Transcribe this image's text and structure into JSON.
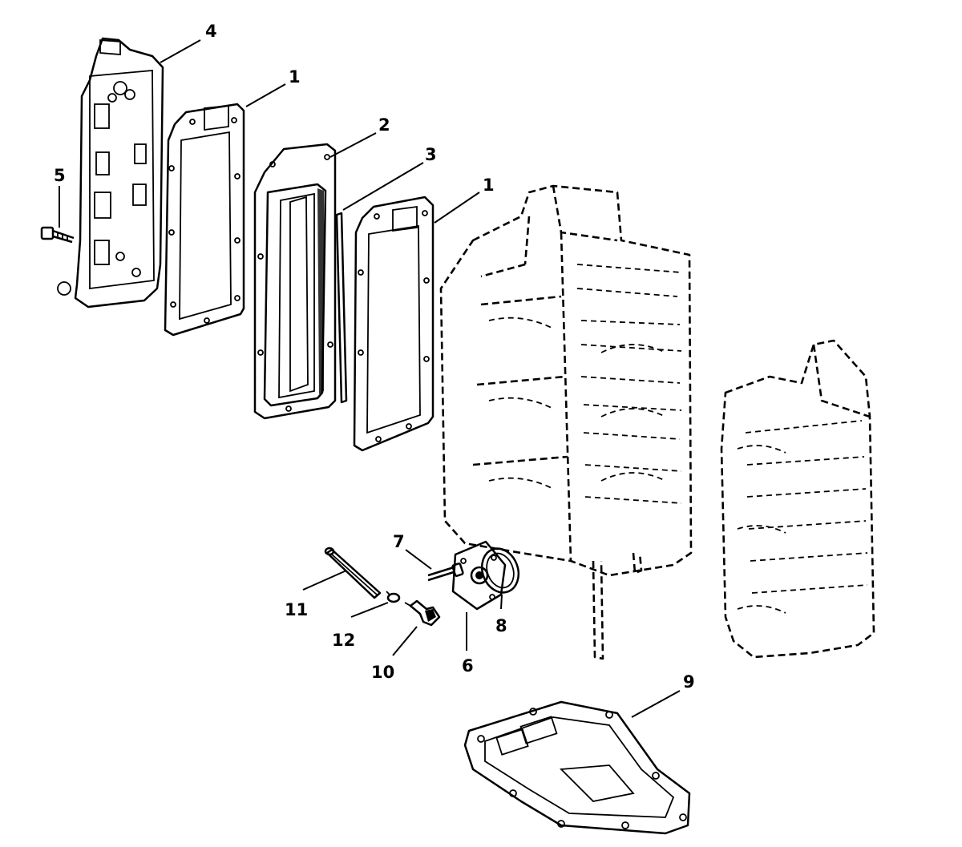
{
  "callouts": [
    {
      "id": "4",
      "label": "4"
    },
    {
      "id": "1a",
      "label": "1"
    },
    {
      "id": "2",
      "label": "2"
    },
    {
      "id": "3",
      "label": "3"
    },
    {
      "id": "1b",
      "label": "1"
    },
    {
      "id": "5",
      "label": "5"
    },
    {
      "id": "7",
      "label": "7"
    },
    {
      "id": "11",
      "label": "11"
    },
    {
      "id": "12",
      "label": "12"
    },
    {
      "id": "10",
      "label": "10"
    },
    {
      "id": "6",
      "label": "6"
    },
    {
      "id": "8",
      "label": "8"
    },
    {
      "id": "9",
      "label": "9"
    }
  ]
}
